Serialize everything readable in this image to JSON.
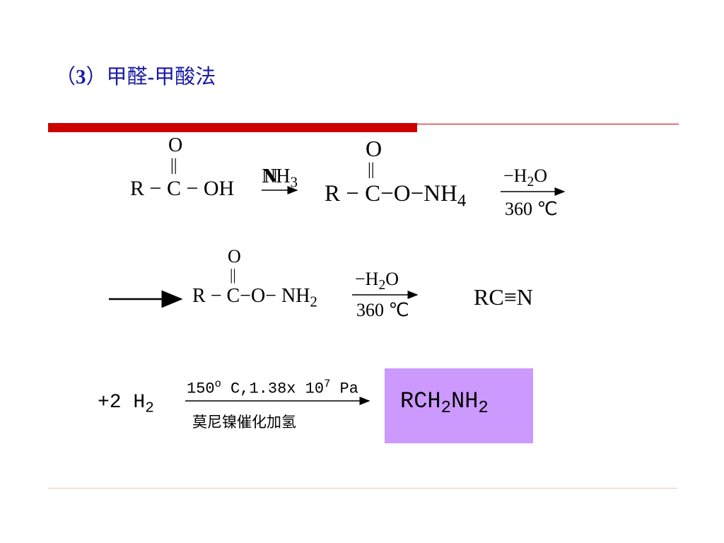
{
  "title": {
    "prefix": "（",
    "number": "3",
    "suffix": "）甲醛",
    "dash": "-",
    "rest": "甲酸法"
  },
  "row1": {
    "acid": {
      "o": "O",
      "dbl": "||",
      "r": "R",
      "dash1": "−",
      "c": "C",
      "dash2": "−",
      "oh": "OH"
    },
    "reagent": {
      "main": "NH",
      "sub": "3",
      "overstrike": "N"
    },
    "salt": {
      "o": "O",
      "dbl": "||",
      "r": "R",
      "dash1": "−",
      "c": "C",
      "rest": "−O−NH",
      "sub": "4"
    },
    "condition_top": {
      "main": "−H",
      "sub": "2",
      "tail": "O"
    },
    "condition_bottom": "360 ℃"
  },
  "row2": {
    "amide": {
      "o": "O",
      "dbl": "||",
      "r": "R",
      "dash1": "−",
      "c": "C",
      "rest": "−O− NH",
      "sub": "2"
    },
    "condition_top": {
      "main": "−H",
      "sub": "2",
      "tail": "O"
    },
    "condition_bottom": "360 ℃",
    "nitrile": "RC≡N"
  },
  "row3": {
    "reagent": {
      "main": "+2 H",
      "sub": "2"
    },
    "condition_top": {
      "a": "150",
      "sup": "o",
      "b": " C,1.38",
      "x": "x",
      "c": " 10",
      "exp": "7",
      "d": "  Pa"
    },
    "condition_bottom": "莫尼镍催化加氢",
    "product": {
      "a": "RCH",
      "sub1": "2",
      "b": "NH",
      "sub2": "2"
    },
    "product_bg": "#cc99ff"
  },
  "colors": {
    "title": "#1a1aa6",
    "accent_red": "#cc0000"
  }
}
